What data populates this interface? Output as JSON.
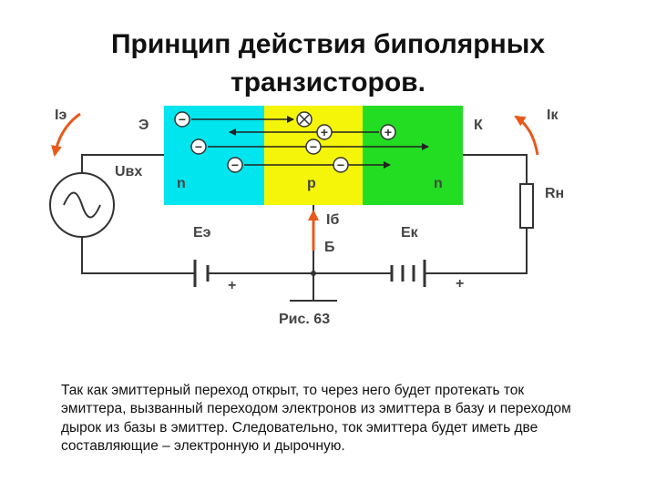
{
  "title": {
    "line1": "Принцип действия биполярных",
    "line2": "транзисторов."
  },
  "diagram": {
    "regions": {
      "emitter": "n",
      "base": "p",
      "collector": "n"
    },
    "labels": {
      "emitter_current": "Iэ",
      "emitter": "Э",
      "input_voltage": "Uвх",
      "collector_current": "Iк",
      "collector": "К",
      "load_resistor": "Rн",
      "base_current": "Iб",
      "emitter_source": "Eэ",
      "collector_source": "Eк",
      "base": "Б",
      "plus_emitter_battery": "+",
      "plus_collector_battery": "+",
      "figure_caption": "Рис. 63"
    },
    "carrier_symbols": {
      "electron": "−",
      "hole": "+"
    },
    "colors": {
      "emitter_region": "#00E5EE",
      "base_region": "#F5F50A",
      "collector_region": "#22DD22",
      "arrow_current": "#E85A1A",
      "wire": "#333333"
    }
  },
  "description": "Так как эмиттерный переход открыт, то через него будет протекать ток эмиттера, вызванный переходом электронов из эмиттера в базу и переходом дырок из базы в эмиттер. Следовательно, ток эмиттера будет иметь две составляющие – электронную и дырочную."
}
